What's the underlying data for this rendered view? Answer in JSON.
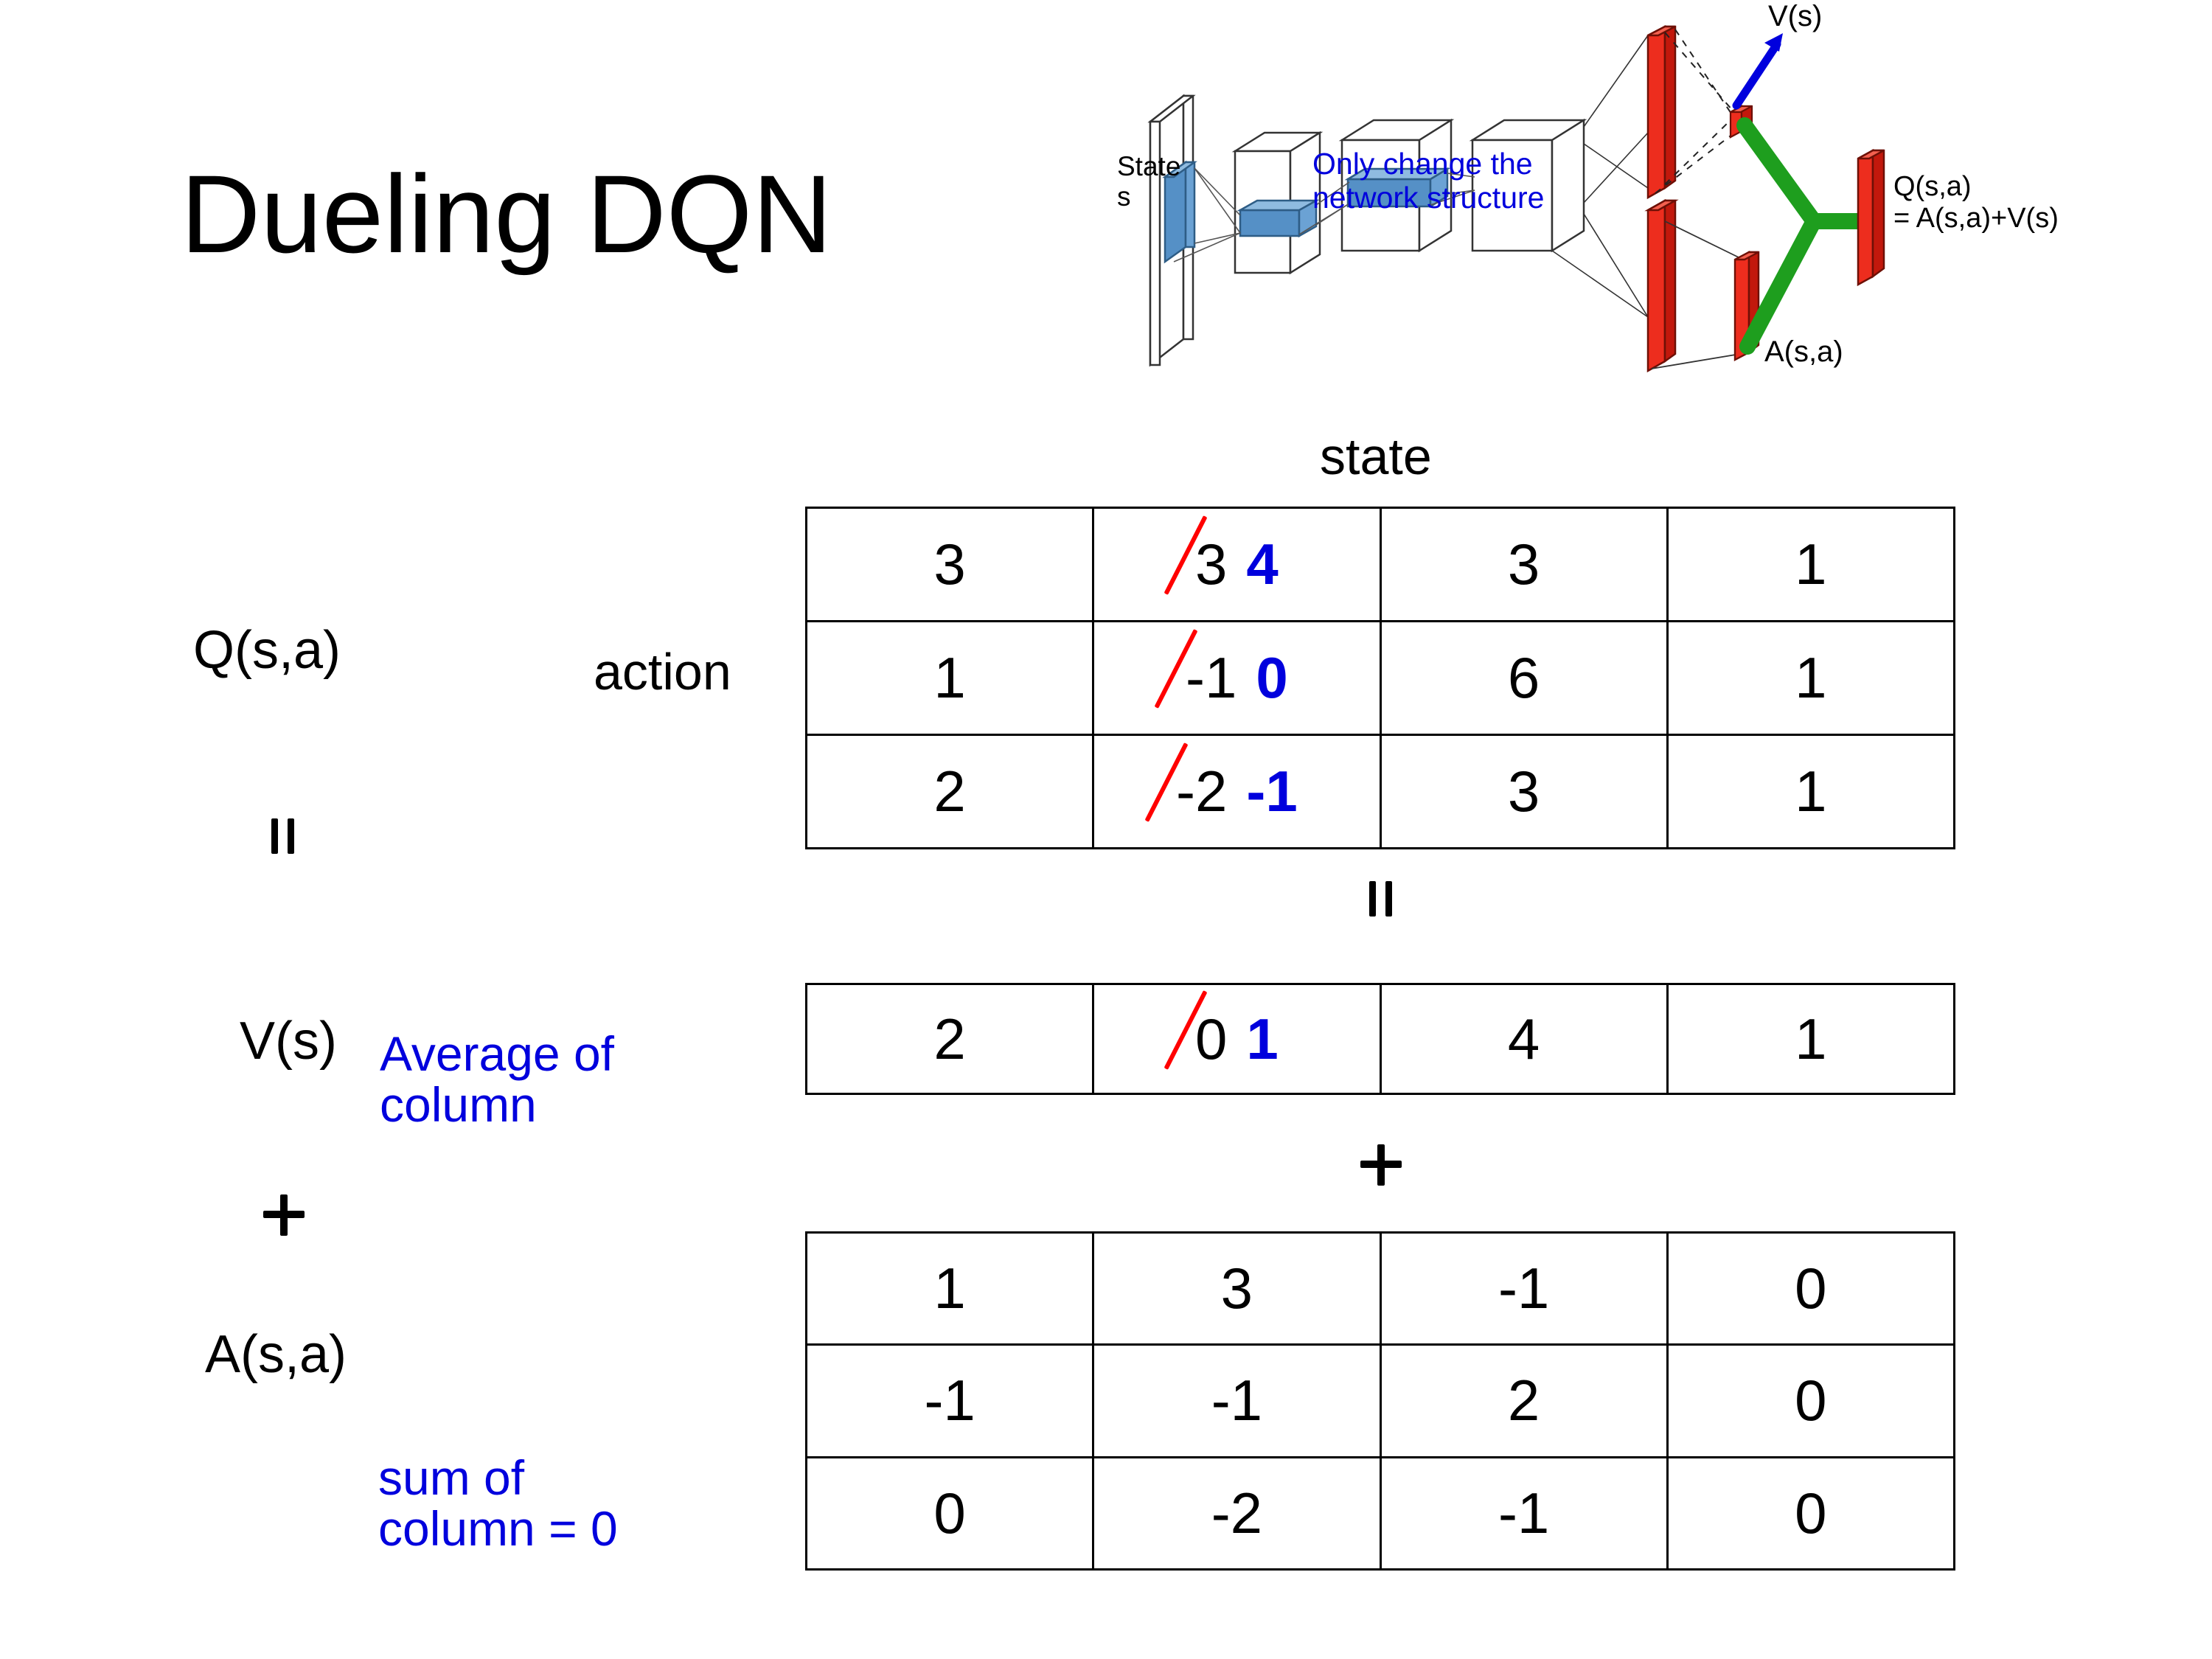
{
  "slide": {
    "title": "Dueling DQN"
  },
  "diagram": {
    "input_label_line1": "State",
    "input_label_line2": "s",
    "note_line1": "Only change the",
    "note_line2": "network structure",
    "value_head_label": "V(s)",
    "advantage_head_label": "A(s,a)",
    "output_label_line1": "Q(s,a)",
    "output_label_line2": "= A(s,a)+V(s)",
    "colors": {
      "note": "#0000DD",
      "arrow": "#0000DD",
      "stream": "#1E9E1E",
      "layer_red": "#ED2D1E",
      "layer_blue": "#4F8FCB"
    }
  },
  "axes": {
    "state_label": "state",
    "action_label": "action"
  },
  "left_labels": {
    "q_label": "Q(s,a)",
    "equals_symbol": "=",
    "v_label": "V(s)",
    "v_note_line1": "Average of",
    "v_note_line2": "column",
    "plus_symbol": "+",
    "a_label": "A(s,a)",
    "a_note_line1": "sum of",
    "a_note_line2": "column = 0"
  },
  "operators": {
    "between_q_and_v": "=",
    "between_v_and_a": "+"
  },
  "chart_data": {
    "type": "table",
    "title": "Dueling DQN decomposition Q(s,a) = V(s) + A(s,a)",
    "xlabel": "state",
    "ylabel": "action",
    "tables": [
      {
        "name": "Q(s,a)",
        "rows": 3,
        "cols": 4,
        "values": [
          [
            "3",
            "3",
            "3",
            "1"
          ],
          [
            "1",
            "-1",
            "6",
            "1"
          ],
          [
            "2",
            "-2",
            "3",
            "1"
          ]
        ],
        "edits": [
          {
            "row": 0,
            "col": 1,
            "old": "3",
            "new": "4",
            "struck": true
          },
          {
            "row": 1,
            "col": 1,
            "old": "-1",
            "new": "0",
            "struck": true
          },
          {
            "row": 2,
            "col": 1,
            "old": "-2",
            "new": "-1",
            "struck": true
          }
        ]
      },
      {
        "name": "V(s)",
        "rows": 1,
        "cols": 4,
        "values": [
          [
            "2",
            "0",
            "4",
            "1"
          ]
        ],
        "edits": [
          {
            "row": 0,
            "col": 1,
            "old": "0",
            "new": "1",
            "struck": true
          }
        ]
      },
      {
        "name": "A(s,a)",
        "rows": 3,
        "cols": 4,
        "values": [
          [
            "1",
            "3",
            "-1",
            "0"
          ],
          [
            "-1",
            "-1",
            "2",
            "0"
          ],
          [
            "0",
            "-2",
            "-1",
            "0"
          ]
        ],
        "edits": []
      }
    ],
    "annotations": [
      "Average of column",
      "sum of column = 0"
    ],
    "colors": {
      "strike": "#FF0000",
      "new_value": "#0000DD",
      "annotation": "#0000DD"
    }
  }
}
